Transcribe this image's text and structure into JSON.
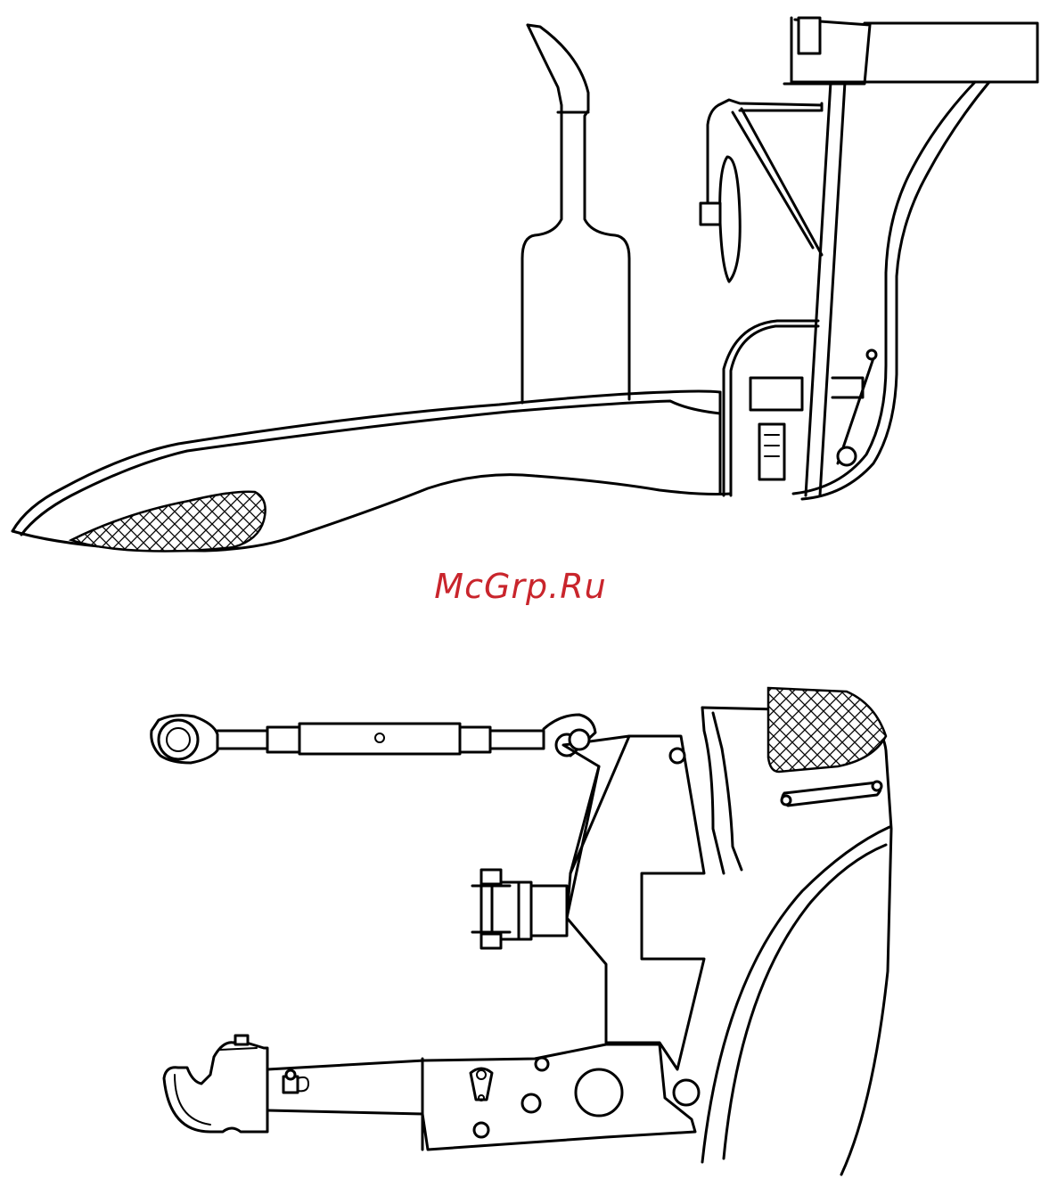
{
  "watermark": {
    "text": "McGrp.Ru"
  },
  "figures": [
    {
      "view": "side",
      "label": ""
    },
    {
      "view": "rear",
      "label": ""
    }
  ]
}
